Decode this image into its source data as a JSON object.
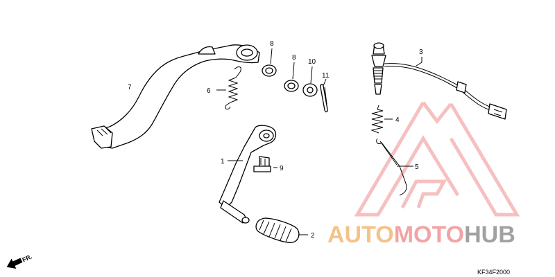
{
  "callouts": [
    "1",
    "2",
    "3",
    "4",
    "5",
    "6",
    "7",
    "8",
    "8",
    "9",
    "10",
    "11"
  ],
  "diagram_code": "KF34F2000",
  "direction_label": "FR.",
  "watermark": {
    "part1": "AUTO",
    "part2": "MOTO",
    "part3": "HUB",
    "color_primary": "#f08e8e",
    "color_secondary": "#f5b36b",
    "color_tertiary": "#8a8a8a"
  }
}
